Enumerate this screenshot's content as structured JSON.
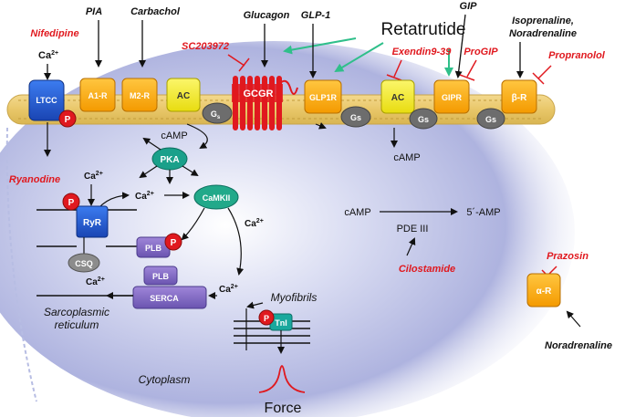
{
  "title": "Retatrutide",
  "drugs_red": {
    "nifedipine": "Nifedipine",
    "sc203972": "SC203972",
    "exendin": "Exendin9-39",
    "progip": "ProGIP",
    "propranolol": "Propranolol",
    "ryanodine": "Ryanodine",
    "cilostamide": "Cilostamide",
    "prazosin": "Prazosin"
  },
  "agonists": {
    "pia": "PIA",
    "carbachol": "Carbachol",
    "glucagon": "Glucagon",
    "glp1": "GLP-1",
    "gip": "GIP",
    "isoprenaline_1": "Isoprenaline,",
    "isoprenaline_2": "Noradrenaline",
    "noradrenaline": "Noradrenaline"
  },
  "membrane": {
    "ltcc": "LTCC",
    "a1r": "A1-R",
    "m2r": "M2-R",
    "ac1": "AC",
    "gs1": "G",
    "gs1_sub": "s",
    "gcgr": "GCGR",
    "glp1r": "GLP1R",
    "gs2": "Gs",
    "ac2": "AC",
    "gs3": "Gs",
    "gipr": "GIPR",
    "gs4": "Gs",
    "br": "β-R"
  },
  "labels": {
    "ca_ltcc": "Ca",
    "ca_sup": "2+",
    "p": "P",
    "camp1": "cAMP",
    "camp2": "cAMP",
    "pka": "PKA",
    "camkii": "CaMKII",
    "ca_a": "Ca",
    "ca_b": "Ca",
    "ca_c": "Ca",
    "ca_d": "Ca",
    "ca_e": "Ca",
    "ryr": "RyR",
    "csq": "CSQ",
    "plb1": "PLB",
    "plb2": "PLB",
    "serca": "SERCA",
    "camp3": "cAMP",
    "amp": "5´-AMP",
    "pde": "PDE III",
    "myofibrils": "Myofibrils",
    "tni": "TnI",
    "force": "Force",
    "sr1": "Sarcoplasmic",
    "sr2": "reticulum",
    "cytoplasm": "Cytoplasm",
    "ar": "α-R"
  },
  "colors": {
    "receptor_orange": "#f7a800",
    "ac_yellow": "#f4ee1a",
    "ltcc_blue": "#1f5fd6",
    "gs_gray": "#6d6d6d",
    "gcgr_red": "#e0191f",
    "camkii_teal": "#22a98a",
    "pka_teal": "#1aa08a",
    "plb_purple": "#8a6bc9",
    "serca_purple": "#6b5fb7",
    "arrow_green": "#2fbf8a",
    "inhibit_red": "#e0191f"
  }
}
